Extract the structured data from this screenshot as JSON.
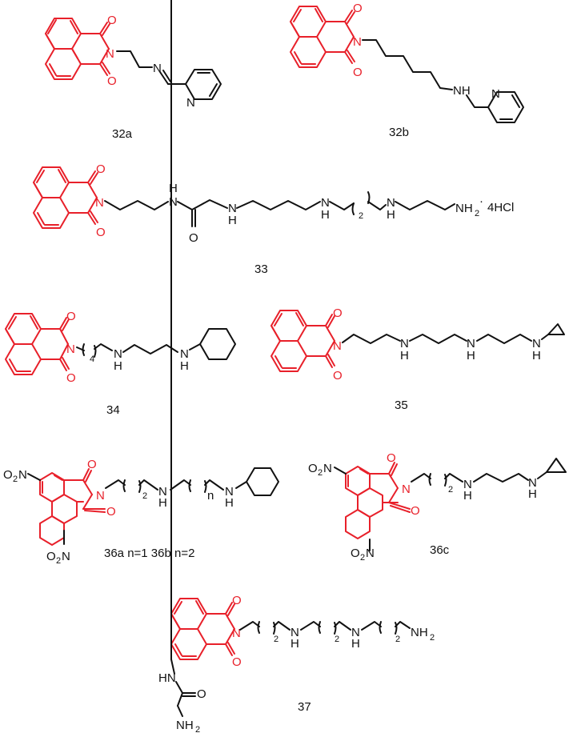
{
  "figure": {
    "colors": {
      "core": "#e8202a",
      "substituent": "#111111",
      "background": "#ffffff"
    },
    "compounds": [
      {
        "id": "32a",
        "label": "32a",
        "core": "1,8-naphthalimide",
        "chain": "CH2CH2-N=CH-(2-pyridyl)",
        "atoms": [
          "O",
          "N",
          "O",
          "N",
          "N"
        ]
      },
      {
        "id": "32b",
        "label": "32b",
        "core": "1,8-naphthalimide",
        "chain": "(CH2)6-NH-CH2-(2-pyridyl)",
        "atoms": [
          "O",
          "N",
          "O",
          "NH",
          "N"
        ]
      },
      {
        "id": "33",
        "label": "33",
        "core": "1,8-naphthalimide",
        "chain": "(CH2)3-NH-CO-CH2-NH-(CH2)3-NH-(CH2)2 n=2-NH-(CH2)3-NH2",
        "salt": "4HCl",
        "atoms": [
          "O",
          "N",
          "O",
          "H",
          "N",
          "O",
          "N",
          "H",
          "N",
          "H",
          "N",
          "H",
          "NH2"
        ],
        "repeat_sub": "2"
      },
      {
        "id": "34",
        "label": "34",
        "core": "1,8-naphthalimide",
        "chain": "(CH2)4-NH-(CH2)3-NH-cyclohexyl",
        "atoms": [
          "O",
          "N",
          "O",
          "N",
          "H",
          "N",
          "H"
        ],
        "repeat_sub": "4"
      },
      {
        "id": "35",
        "label": "35",
        "core": "1,8-naphthalimide",
        "chain": "(CH2)3-NH-(CH2)3-NH-(CH2)3-NH-cyclopropyl",
        "atoms": [
          "O",
          "N",
          "O",
          "N",
          "H",
          "N",
          "H",
          "N",
          "H"
        ]
      },
      {
        "id": "36ab",
        "label": "36a n=1   36b n=2",
        "core": "3,6-dinitro-1,8-naphthalimide",
        "chain": "(CH2)2 x2-NH-(CH2)n-NH-cyclohexyl",
        "atoms": [
          "O2N",
          "O",
          "N",
          "O",
          "O2N",
          "N",
          "H",
          "N",
          "H"
        ],
        "repeat_subs": [
          "2",
          "n"
        ]
      },
      {
        "id": "36c",
        "label": "36c",
        "core": "3,6-dinitro-1,8-naphthalimide",
        "chain": "(CH2)2 x2-NH-(CH2)3-NH-cyclopropyl",
        "atoms": [
          "O2N",
          "O",
          "N",
          "O",
          "O2N",
          "N",
          "H",
          "N",
          "H"
        ],
        "repeat_sub": "2"
      },
      {
        "id": "37",
        "label": "37",
        "core": "1,8-naphthalimide",
        "chain": "(CH2)2x2-NH-(CH2)2x2-NH-(CH2)2x2-NH2",
        "substituent": "NH-CO-CH2-NH2",
        "atoms": [
          "O",
          "N",
          "O",
          "N",
          "H",
          "N",
          "H",
          "NH2",
          "HN",
          "O",
          "NH2"
        ],
        "repeat_subs": [
          "2",
          "2",
          "2"
        ]
      }
    ],
    "text": {
      "O": "O",
      "N": "N",
      "H": "H",
      "NH": "NH",
      "NH2": "NH",
      "two": "2",
      "four": "4",
      "n": "n",
      "O2N": "O",
      "HN": "HN",
      "salt": "4HCl",
      "dot": "·"
    }
  }
}
